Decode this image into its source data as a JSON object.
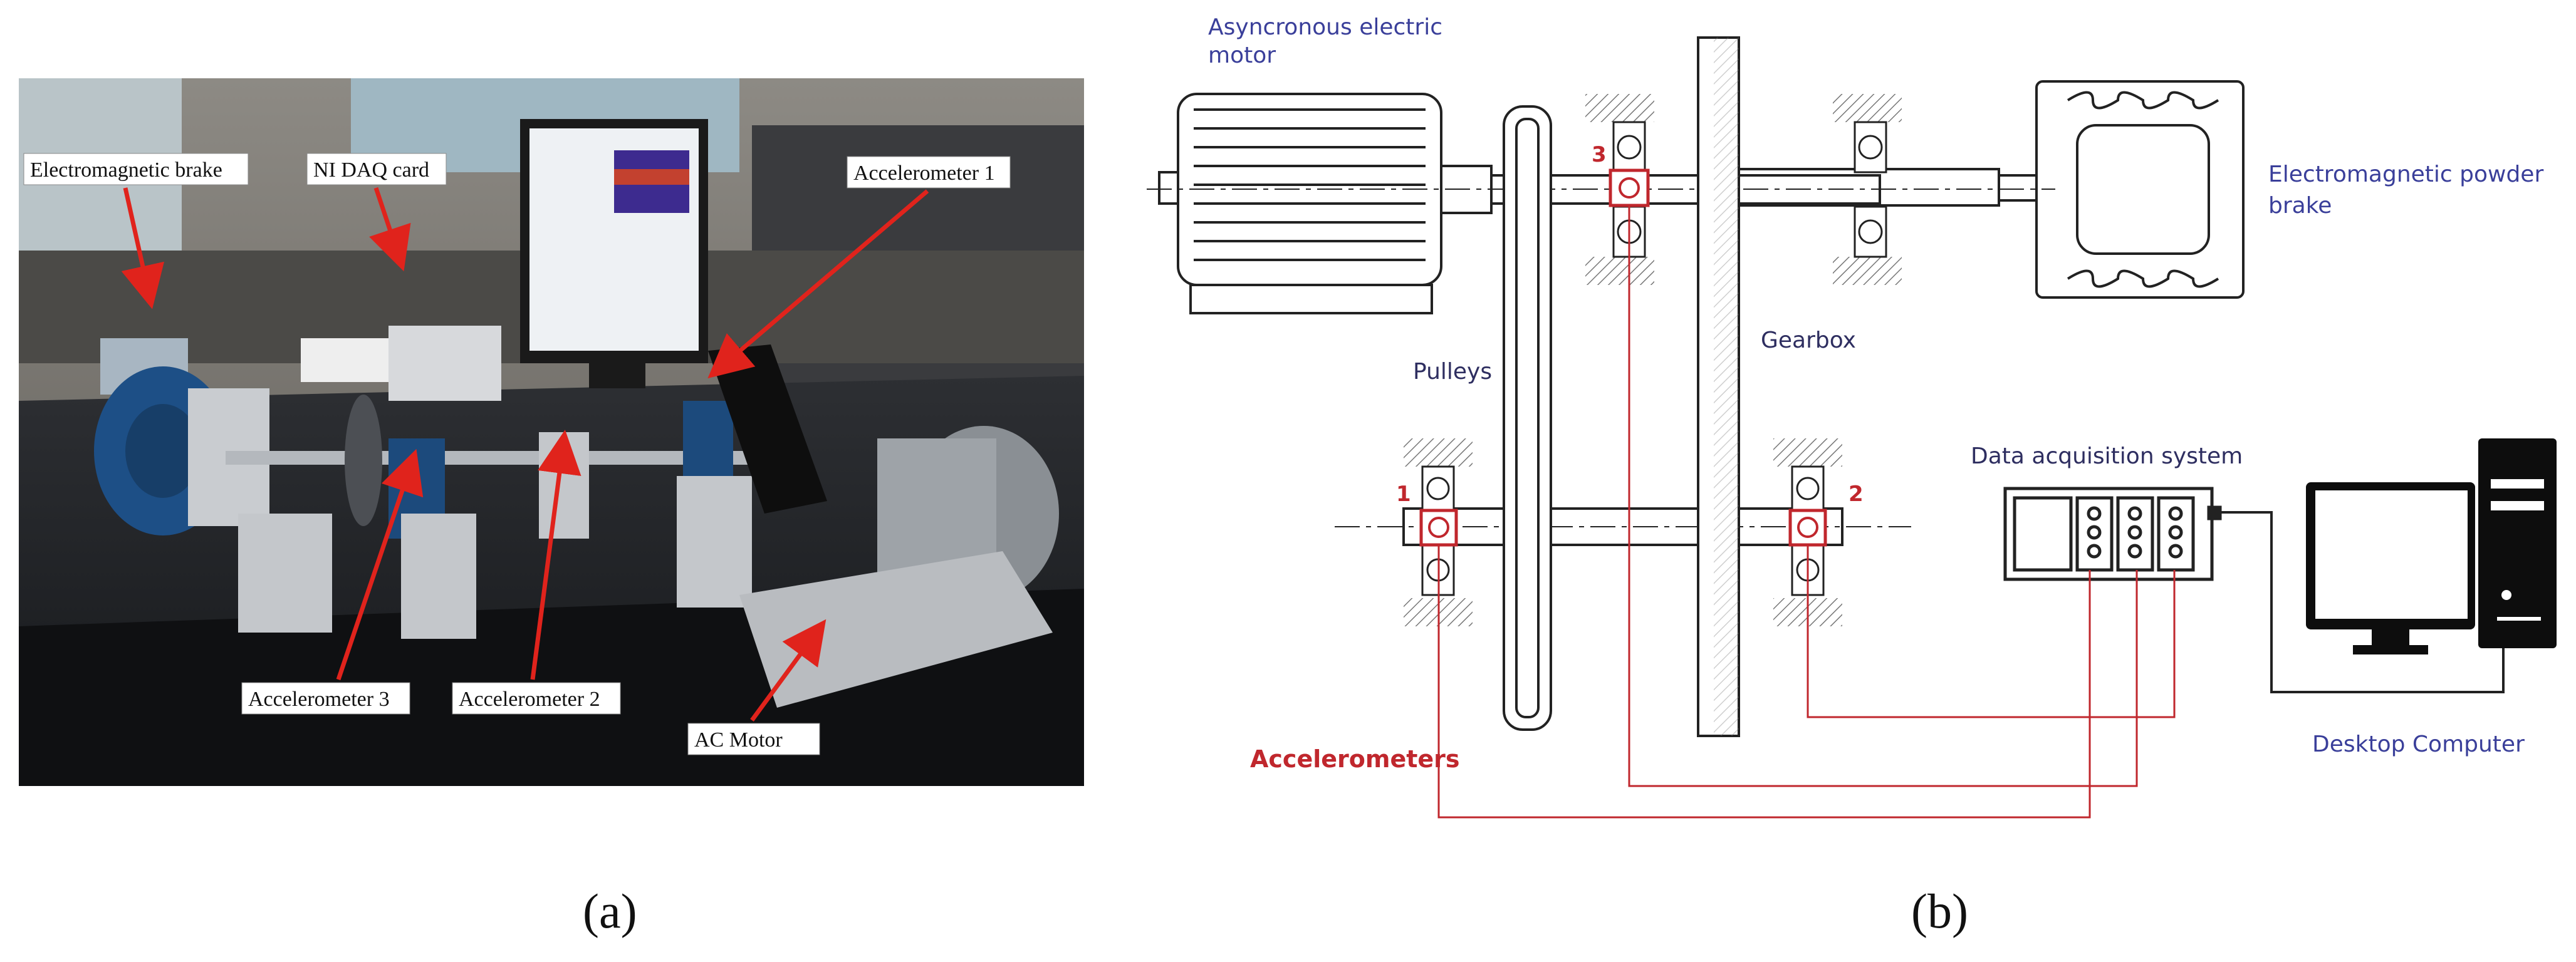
{
  "panel_a": {
    "caption": "(a)",
    "labels": {
      "electromagnetic_brake": "Electromagnetic brake",
      "ni_daq_card": "NI DAQ card",
      "accelerometer_1": "Accelerometer 1",
      "accelerometer_2": "Accelerometer 2",
      "accelerometer_3": "Accelerometer 3",
      "ac_motor": "AC Motor"
    }
  },
  "panel_b": {
    "caption": "(b)",
    "labels": {
      "motor_line1": "Asyncronous electric",
      "motor_line2": "motor",
      "brake_line1": "Electromagnetic powder",
      "brake_line2": "brake",
      "pulleys": "Pulleys",
      "gearbox": "Gearbox",
      "daq": "Data acquisition system",
      "computer": "Desktop Computer",
      "accelerometers": "Accelerometers"
    },
    "sensor_numbers": [
      "1",
      "2",
      "3"
    ],
    "colors": {
      "sensor": "#c0272d",
      "label": "#3a3f9a",
      "drawing": "#222222"
    }
  }
}
